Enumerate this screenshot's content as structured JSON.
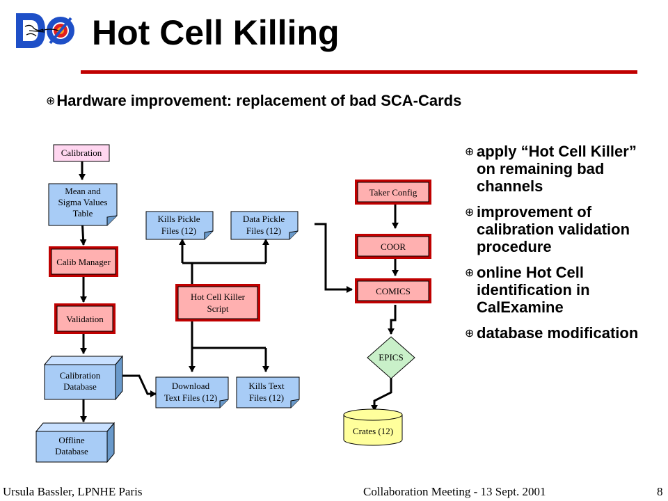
{
  "slide": {
    "title": "Hot Cell Killing",
    "headline": "Hardware improvement: replacement of bad SCA-Cards",
    "bullet_symbol": "⊕",
    "bullets": [
      "apply “Hot Cell Killer” on remaining bad channels",
      "improvement of calibration validation procedure",
      "online Hot Cell identification in CalExamine",
      "database modification"
    ]
  },
  "logo": {
    "letters": "DØ",
    "colors": {
      "blue": "#1e4fc7",
      "red": "#e02020",
      "orange": "#ff9a1a"
    }
  },
  "diagram": {
    "colors": {
      "pink": "#ffb0b0",
      "light_pink": "#ffd6f0",
      "blue": "#a8ccf6",
      "yellow": "#ffff9c",
      "teal": "#33cccc",
      "green": "#c9f0c9"
    },
    "nodes": {
      "calibration": "Calibration",
      "mean_sigma": [
        "Mean and",
        "Sigma Values",
        "Table"
      ],
      "calib_manager": "Calib Manager",
      "validation": "Validation",
      "calibration_database": [
        "Calibration",
        "Database"
      ],
      "offline_database": [
        "Offline",
        "Database"
      ],
      "kills_pickle": [
        "Kills Pickle",
        "Files (12)"
      ],
      "data_pickle": [
        "Data Pickle",
        "Files (12)"
      ],
      "hot_cell_killer": [
        "Hot Cell Killer",
        "Script"
      ],
      "download_text": [
        "Download",
        "Text Files (12)"
      ],
      "kills_text": [
        "Kills Text",
        "Files (12)"
      ],
      "taker_config": "Taker Config",
      "coor": "COOR",
      "comics": "COMICS",
      "epics": "EPICS",
      "crates": "Crates (12)"
    }
  },
  "footer": {
    "author": "Ursula Bassler, LPNHE Paris",
    "meeting": "Collaboration Meeting - 13 Sept. 2001",
    "page": "8"
  }
}
